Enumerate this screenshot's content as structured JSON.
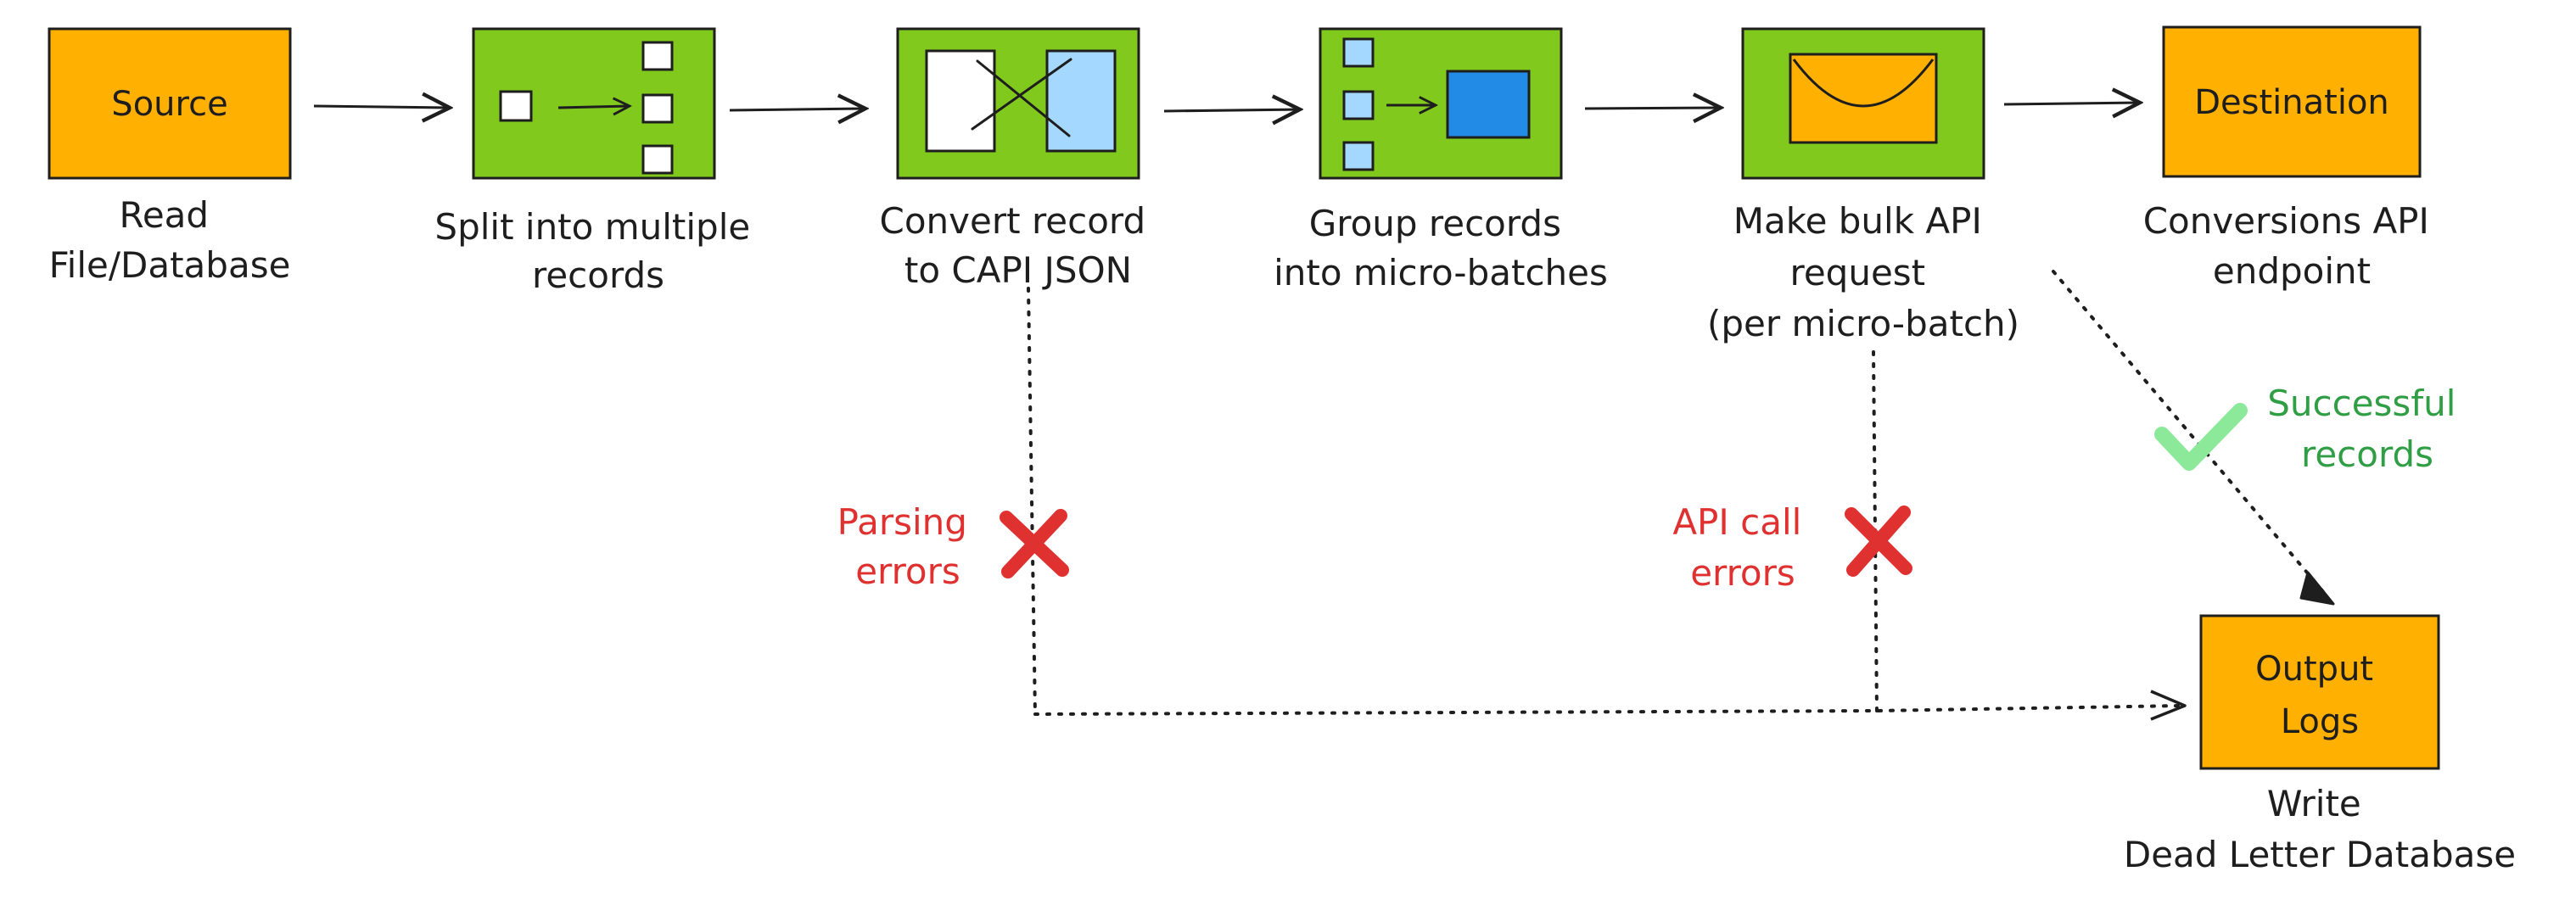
{
  "colors": {
    "orange": "#ffb000",
    "green": "#82c91e",
    "light_blue": "#a5d8ff",
    "blue": "#228be6",
    "error_red": "#e03131",
    "success_green": "#2f9e44",
    "check_green": "#8ce99a",
    "ink": "#1e1e1e"
  },
  "nodes": {
    "source": {
      "label": "Source",
      "caption": [
        "Read",
        "File/Database"
      ]
    },
    "split": {
      "caption": [
        "Split into multiple",
        "records"
      ]
    },
    "convert": {
      "caption": [
        "Convert record",
        "to CAPI JSON"
      ]
    },
    "group": {
      "caption": [
        "Group records",
        "into micro-batches"
      ]
    },
    "bulk": {
      "caption": [
        "Make bulk API",
        "request",
        "(per micro-batch)"
      ]
    },
    "destination": {
      "label": "Destination",
      "caption": [
        "Conversions API",
        "endpoint"
      ]
    },
    "output": {
      "label": [
        "Output",
        "Logs"
      ],
      "caption": [
        "Write",
        "Dead Letter Database"
      ]
    }
  },
  "annotations": {
    "parsing_errors": [
      "Parsing",
      "errors"
    ],
    "api_errors": [
      "API call",
      "errors"
    ],
    "successful": [
      "Successful",
      "records"
    ]
  },
  "icons": {
    "error_mark": "x-mark-icon",
    "success_mark": "check-mark-icon",
    "envelope": "envelope-icon"
  }
}
